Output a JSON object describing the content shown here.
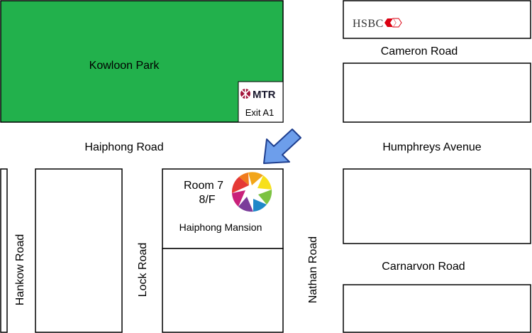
{
  "colors": {
    "park": "#22b14c",
    "block_stroke": "#000000",
    "arrow_fill": "#6d9eeb",
    "arrow_stroke": "#1f3f8f",
    "mtr_red": "#a3163b",
    "hsbc_red": "#db0011"
  },
  "park": {
    "name": "Kowloon Park"
  },
  "mtr": {
    "brand": "MTR",
    "exit": "Exit A1",
    "icon": "mtr-logo-icon"
  },
  "hsbc": {
    "brand": "HSBC",
    "icon": "hsbc-hexagon-icon"
  },
  "roads": {
    "haiphong": "Haiphong Road",
    "cameron": "Cameron Road",
    "humphreys": "Humphreys Avenue",
    "carnarvon": "Carnarvon Road",
    "hankow": "Hankow Road",
    "lock": "Lock Road",
    "nathan": "Nathan Road"
  },
  "destination": {
    "room": "Room 7",
    "floor": "8/F",
    "building": "Haiphong Mansion",
    "icon": "camera-aperture-logo-icon",
    "pointer_icon": "location-arrow-icon"
  }
}
